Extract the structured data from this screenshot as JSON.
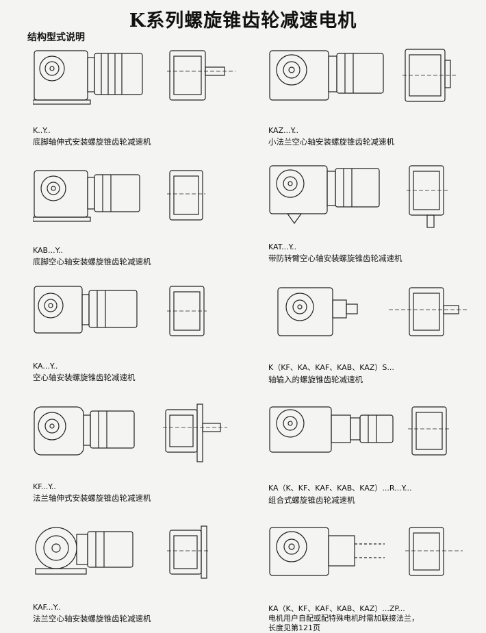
{
  "title": "K系列螺旋锥齿轮减速电机",
  "subtitle": "结构型式说明",
  "items": [
    {
      "code": "K..Y..",
      "desc": "底脚轴伸式安装螺旋锥齿轮减速机"
    },
    {
      "code": "KAZ...Y..",
      "desc": "小法兰空心轴安装螺旋锥齿轮减速机"
    },
    {
      "code": "KAB...Y..",
      "desc": "底脚空心轴安装螺旋锥齿轮减速机"
    },
    {
      "code": "KAT...Y..",
      "desc": "带防转臂空心轴安装螺旋锥齿轮减速机"
    },
    {
      "code": "KA...Y..",
      "desc": "空心轴安装螺旋锥齿轮减速机"
    },
    {
      "code": "K（KF、KA、KAF、KAB、KAZ）S...",
      "desc": "轴输入的螺旋锥齿轮减速机"
    },
    {
      "code": "KF...Y..",
      "desc": "法兰轴伸式安装螺旋锥齿轮减速机"
    },
    {
      "code": "KA（K、KF、KAF、KAB、KAZ）...R...Y...",
      "desc": "组合式螺旋锥齿轮减速机"
    },
    {
      "code": "KAF...Y..",
      "desc": "法兰空心轴安装螺旋锥齿轮减速机"
    },
    {
      "code": "KA（K、KF、KAF、KAB、KAZ）...ZP...",
      "desc": "电机用户自配或配特殊电机时需加联接法兰，",
      "desc2": "长度见第121页"
    }
  ]
}
